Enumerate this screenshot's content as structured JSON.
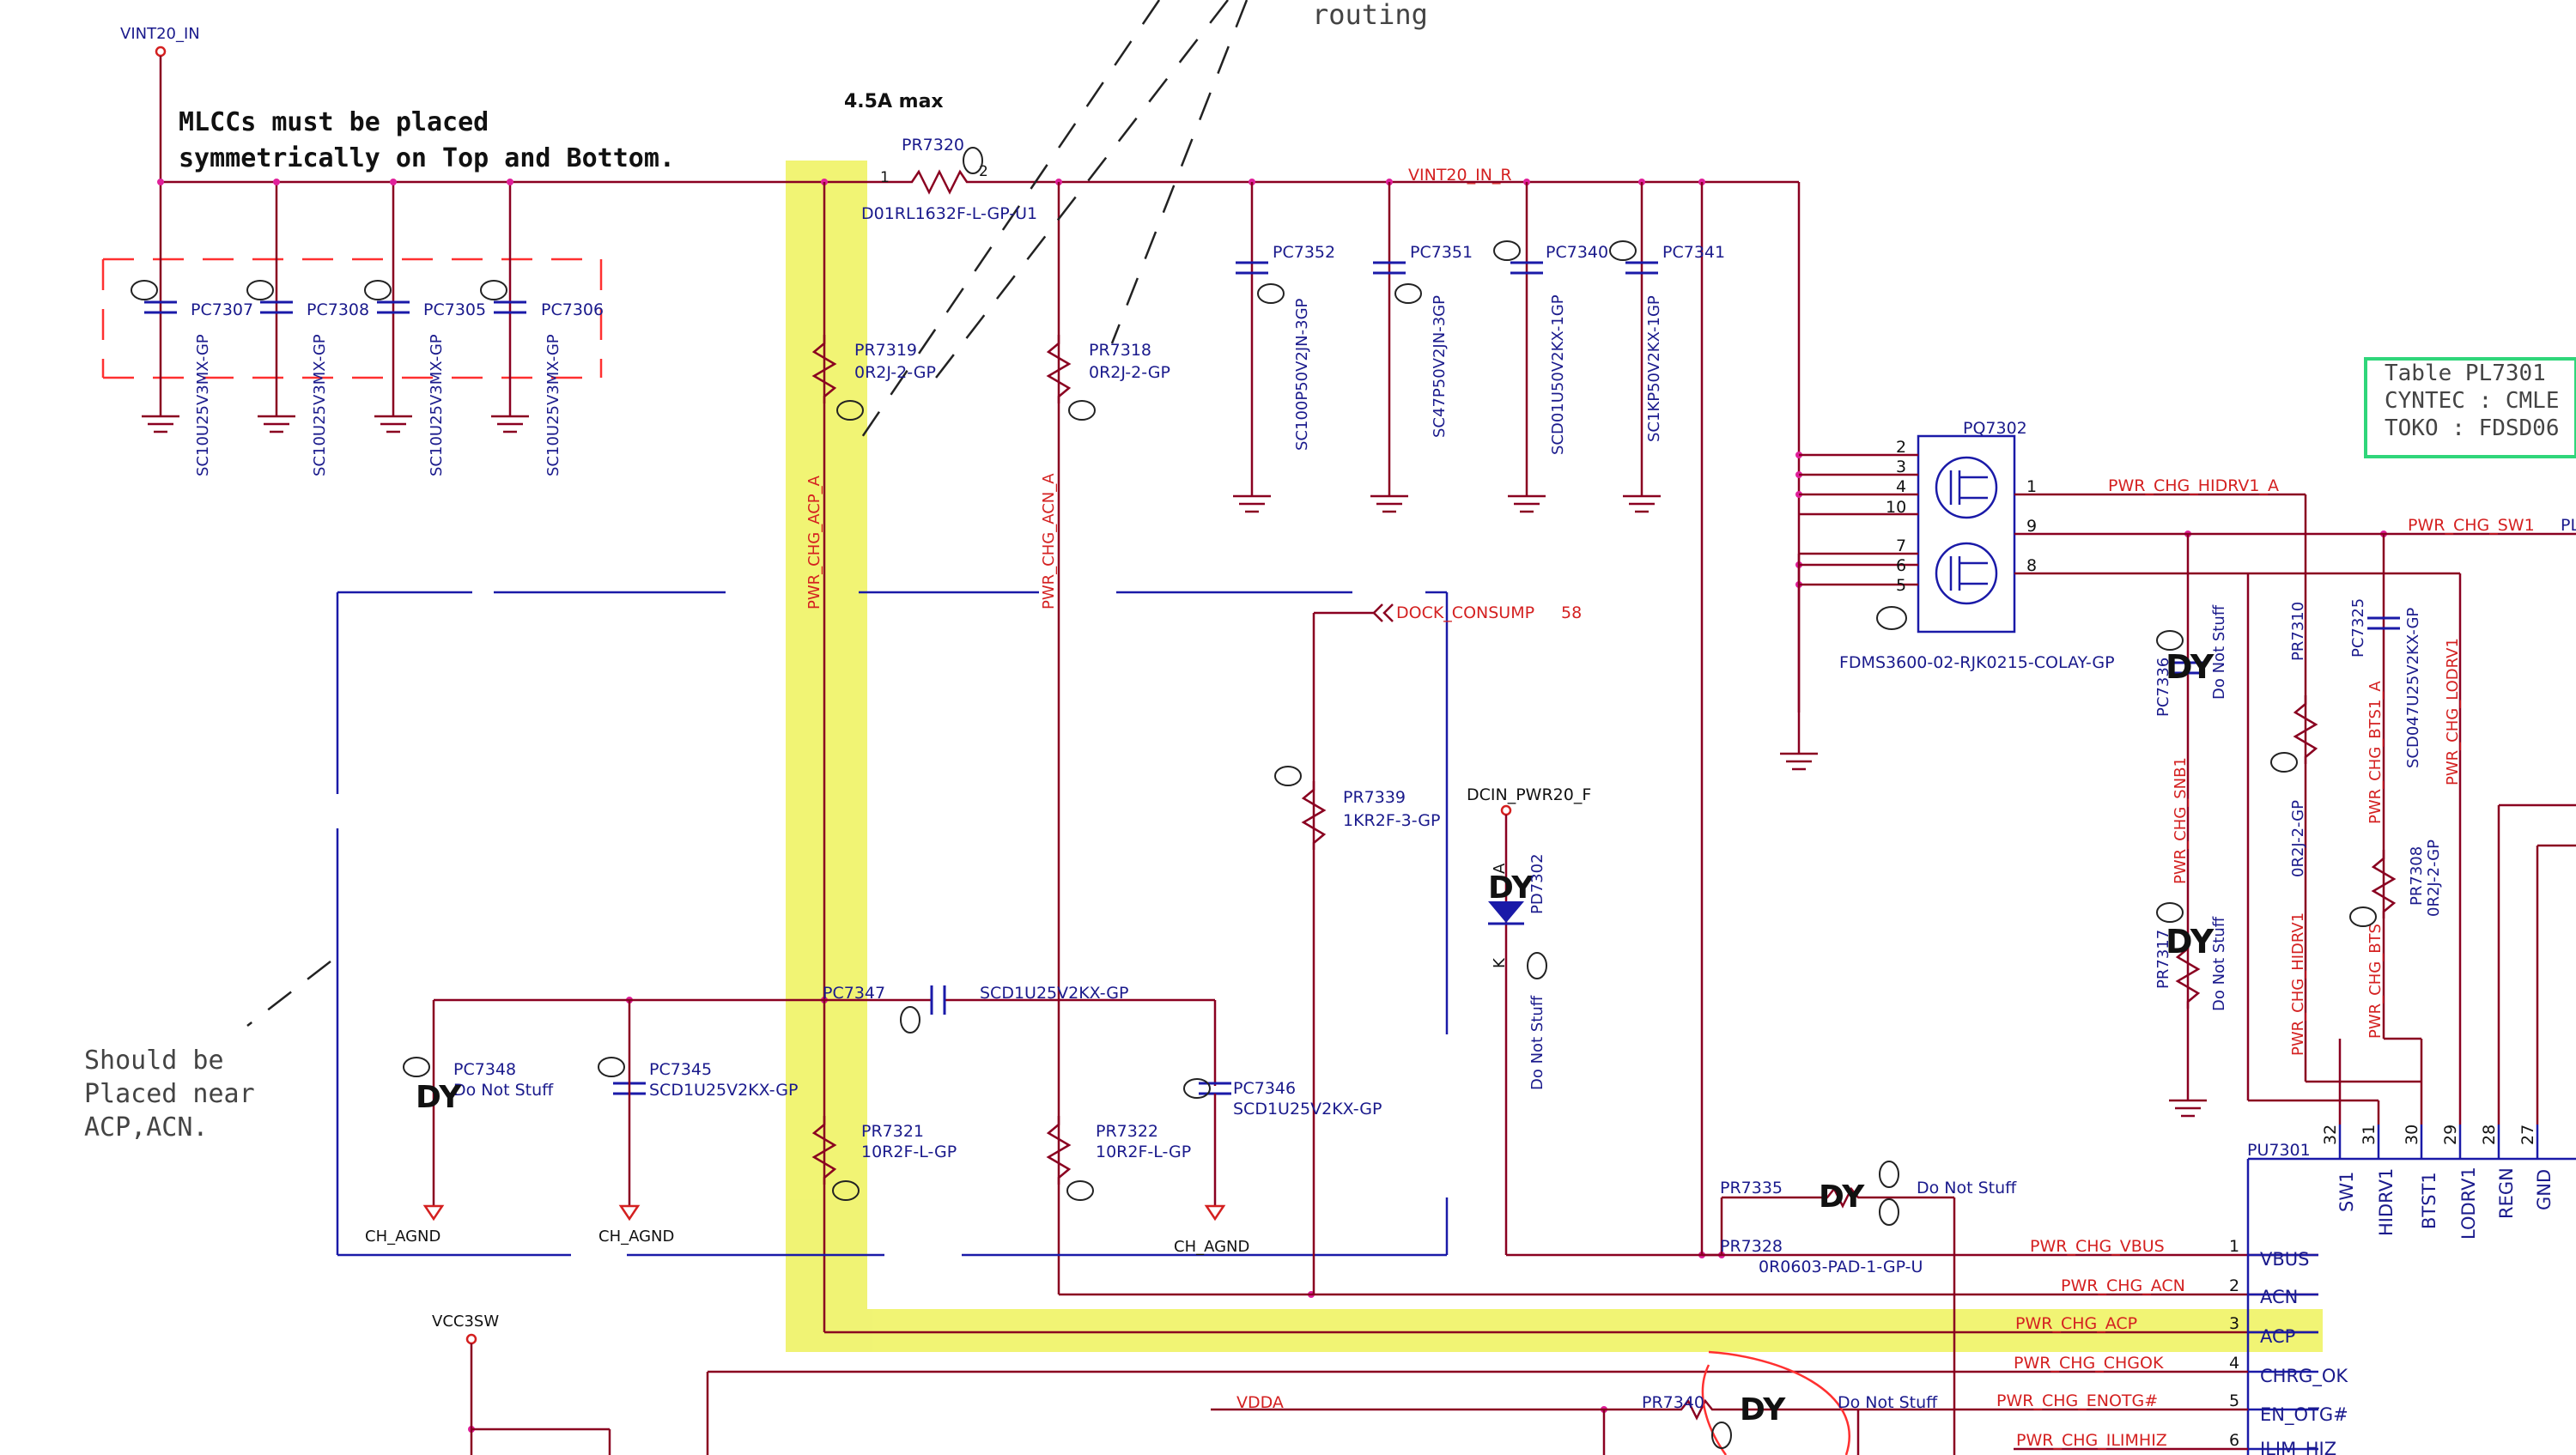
{
  "colors": {
    "net": "#8a0020",
    "aux": "#1a1aa8",
    "text_red": "#d42020",
    "text_blue": "#1a1a8c",
    "highlight": "#eef25c",
    "table_border": "#2fd67a",
    "note": "#333333",
    "dashed_red": "#ff3030"
  },
  "notes": {
    "mlcc_line1": "MLCCs must be placed",
    "mlcc_line2": "symmetrically on Top and Bottom.",
    "current_max": "4.5A max",
    "routing": "routing",
    "acp_line1": "Should be",
    "acp_line2": "Placed near",
    "acp_line3": "ACP,ACN."
  },
  "table": {
    "line1": "Table PL7301",
    "line2": "CYNTEC : CMLE",
    "line3": "TOKO : FDSD06"
  },
  "nets": {
    "vint20_in": "VINT20_IN",
    "vint20_in_r": "VINT20_IN_R",
    "pwr_chg_acp_a": "PWR_CHG_ACP_A",
    "pwr_chg_acn_a": "PWR_CHG_ACN_A",
    "dock_consump": "DOCK_CONSUMP",
    "dock_consump_ref": "58",
    "dcin_pwr20_f": "DCIN_PWR20_F",
    "pwr_chg_hidrv1_a": "PWR_CHG_HIDRV1_A",
    "pwr_chg_sw1": "PWR_CHG_SW1",
    "pwr_chg_sw1_cut": "PL",
    "pwr_chg_snb1": "PWR_CHG_SNB1",
    "pwr_chg_hidrv1": "PWR_CHG_HIDRV1",
    "pwr_chg_bts": "PWR_CHG_BTS",
    "pwr_chg_bts1_a": "PWR_CHG_BTS1_A",
    "pwr_chg_lodrv1": "PWR_CHG_LODRV1",
    "pwr_chg_vbus": "PWR_CHG_VBUS",
    "pwr_chg_acn": "PWR_CHG_ACN",
    "pwr_chg_acp": "PWR_CHG_ACP",
    "pwr_chg_chgok": "PWR_CHG_CHGOK",
    "pwr_chg_enotg": "PWR_CHG_ENOTG#",
    "pwr_chg_ilimhiz": "PWR_CHG_ILIMHIZ",
    "vdda": "VDDA",
    "vcc3sw": "VCC3SW",
    "ch_agnd": "CH_AGND"
  },
  "components": {
    "pr7320": {
      "ref": "PR7320",
      "part": "D01RL1632F-L-GP-U1",
      "pin1": "1",
      "pin2": "2"
    },
    "pr7319": {
      "ref": "PR7319",
      "part": "0R2J-2-GP"
    },
    "pr7318": {
      "ref": "PR7318",
      "part": "0R2J-2-GP"
    },
    "pc7307": {
      "ref": "PC7307",
      "part": "SC10U25V3MX-GP"
    },
    "pc7308": {
      "ref": "PC7308",
      "part": "SC10U25V3MX-GP"
    },
    "pc7305": {
      "ref": "PC7305",
      "part": "SC10U25V3MX-GP"
    },
    "pc7306": {
      "ref": "PC7306",
      "part": "SC10U25V3MX-GP"
    },
    "pc7352": {
      "ref": "PC7352",
      "part": "SC100P50V2JN-3GP"
    },
    "pc7351": {
      "ref": "PC7351",
      "part": "SC47P50V2JN-3GP"
    },
    "pc7340": {
      "ref": "PC7340",
      "part": "SCD01U50V2KX-1GP"
    },
    "pc7341": {
      "ref": "PC7341",
      "part": "SC1KP50V2KX-1GP"
    },
    "pq7302": {
      "ref": "PQ7302",
      "part": "FDMS3600-02-RJK0215-COLAY-GP",
      "pins": [
        "2",
        "3",
        "4",
        "10",
        "7",
        "6",
        "5",
        "1",
        "9",
        "8"
      ]
    },
    "pr7339": {
      "ref": "PR7339",
      "part": "1KR2F-3-GP"
    },
    "pd7302": {
      "ref": "PD7302",
      "dy": "DY",
      "note": "Do Not Stuff",
      "a": "A",
      "k": "K"
    },
    "pc7347": {
      "ref": "PC7347",
      "part": "SCD1U25V2KX-GP"
    },
    "pc7348": {
      "ref": "PC7348",
      "dy": "DY",
      "note": "Do Not Stuff"
    },
    "pc7345": {
      "ref": "PC7345",
      "part": "SCD1U25V2KX-GP"
    },
    "pc7346": {
      "ref": "PC7346",
      "part": "SCD1U25V2KX-GP"
    },
    "pr7321": {
      "ref": "PR7321",
      "part": "10R2F-L-GP"
    },
    "pr7322": {
      "ref": "PR7322",
      "part": "10R2F-L-GP"
    },
    "pr7335": {
      "ref": "PR7335",
      "dy": "DY",
      "note": "Do Not Stuff"
    },
    "pr7328": {
      "ref": "PR7328",
      "part": "0R0603-PAD-1-GP-U"
    },
    "pr7340": {
      "ref": "PR7340",
      "dy": "DY",
      "note": "Do Not Stuff"
    },
    "pc7336": {
      "ref": "PC7336",
      "dy": "DY",
      "note": "Do Not Stuff"
    },
    "pr7317": {
      "ref": "PR7317",
      "dy": "DY",
      "note": "Do Not Stuff"
    },
    "pr7310": {
      "ref": "PR7310",
      "part": "0R2J-2-GP"
    },
    "pc7325": {
      "ref": "PC7325",
      "part": "SCD047U25V2KX-GP"
    },
    "pr7308": {
      "ref": "PR7308",
      "part": "0R2J-2-GP"
    },
    "pu7301": {
      "ref": "PU7301"
    }
  },
  "ic_pins": {
    "left": [
      {
        "num": "1",
        "name": "VBUS",
        "net": "PWR_CHG_VBUS"
      },
      {
        "num": "2",
        "name": "ACN",
        "net": "PWR_CHG_ACN"
      },
      {
        "num": "3",
        "name": "ACP",
        "net": "PWR_CHG_ACP"
      },
      {
        "num": "4",
        "name": "CHRG_OK",
        "net": "PWR_CHG_CHGOK"
      },
      {
        "num": "5",
        "name": "EN_OTG#",
        "net": "PWR_CHG_ENOTG#"
      },
      {
        "num": "6",
        "name": "ILIM_HIZ",
        "net": "PWR_CHG_ILIMHIZ"
      }
    ],
    "top": [
      {
        "num": "32",
        "name": "SW1"
      },
      {
        "num": "31",
        "name": "HIDRV1"
      },
      {
        "num": "30",
        "name": "BTST1"
      },
      {
        "num": "29",
        "name": "LODRV1"
      },
      {
        "num": "28",
        "name": "REGN"
      },
      {
        "num": "27",
        "name": "GND"
      }
    ]
  },
  "pin_labels": {
    "p1": "1",
    "p2": "2"
  }
}
